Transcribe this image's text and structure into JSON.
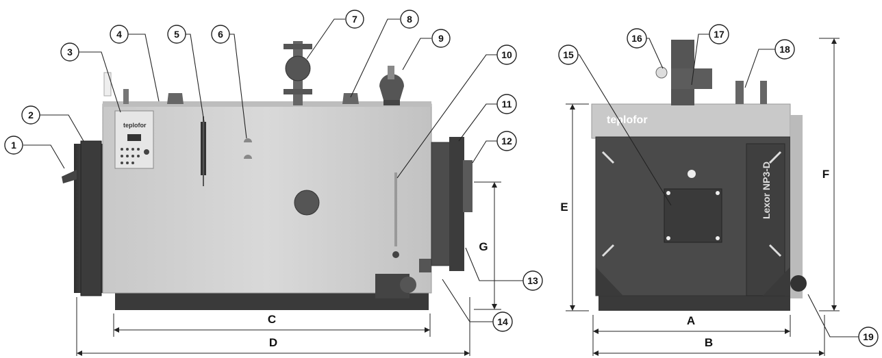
{
  "callouts": [
    "1",
    "2",
    "3",
    "4",
    "5",
    "6",
    "7",
    "8",
    "9",
    "10",
    "11",
    "12",
    "13",
    "14",
    "15",
    "16",
    "17",
    "18",
    "19"
  ],
  "dimensions": {
    "A": "A",
    "B": "B",
    "C": "C",
    "D": "D",
    "E": "E",
    "F": "F",
    "G": "G"
  },
  "brand": {
    "logo": "teplofor",
    "model": "Lexor NP3-D"
  },
  "colors": {
    "shell": "#cfcfcf",
    "shell_dark": "#a9a9a9",
    "base": "#3d3d3d",
    "front_plate": "#4a4a4a",
    "lead_line": "#222222"
  }
}
